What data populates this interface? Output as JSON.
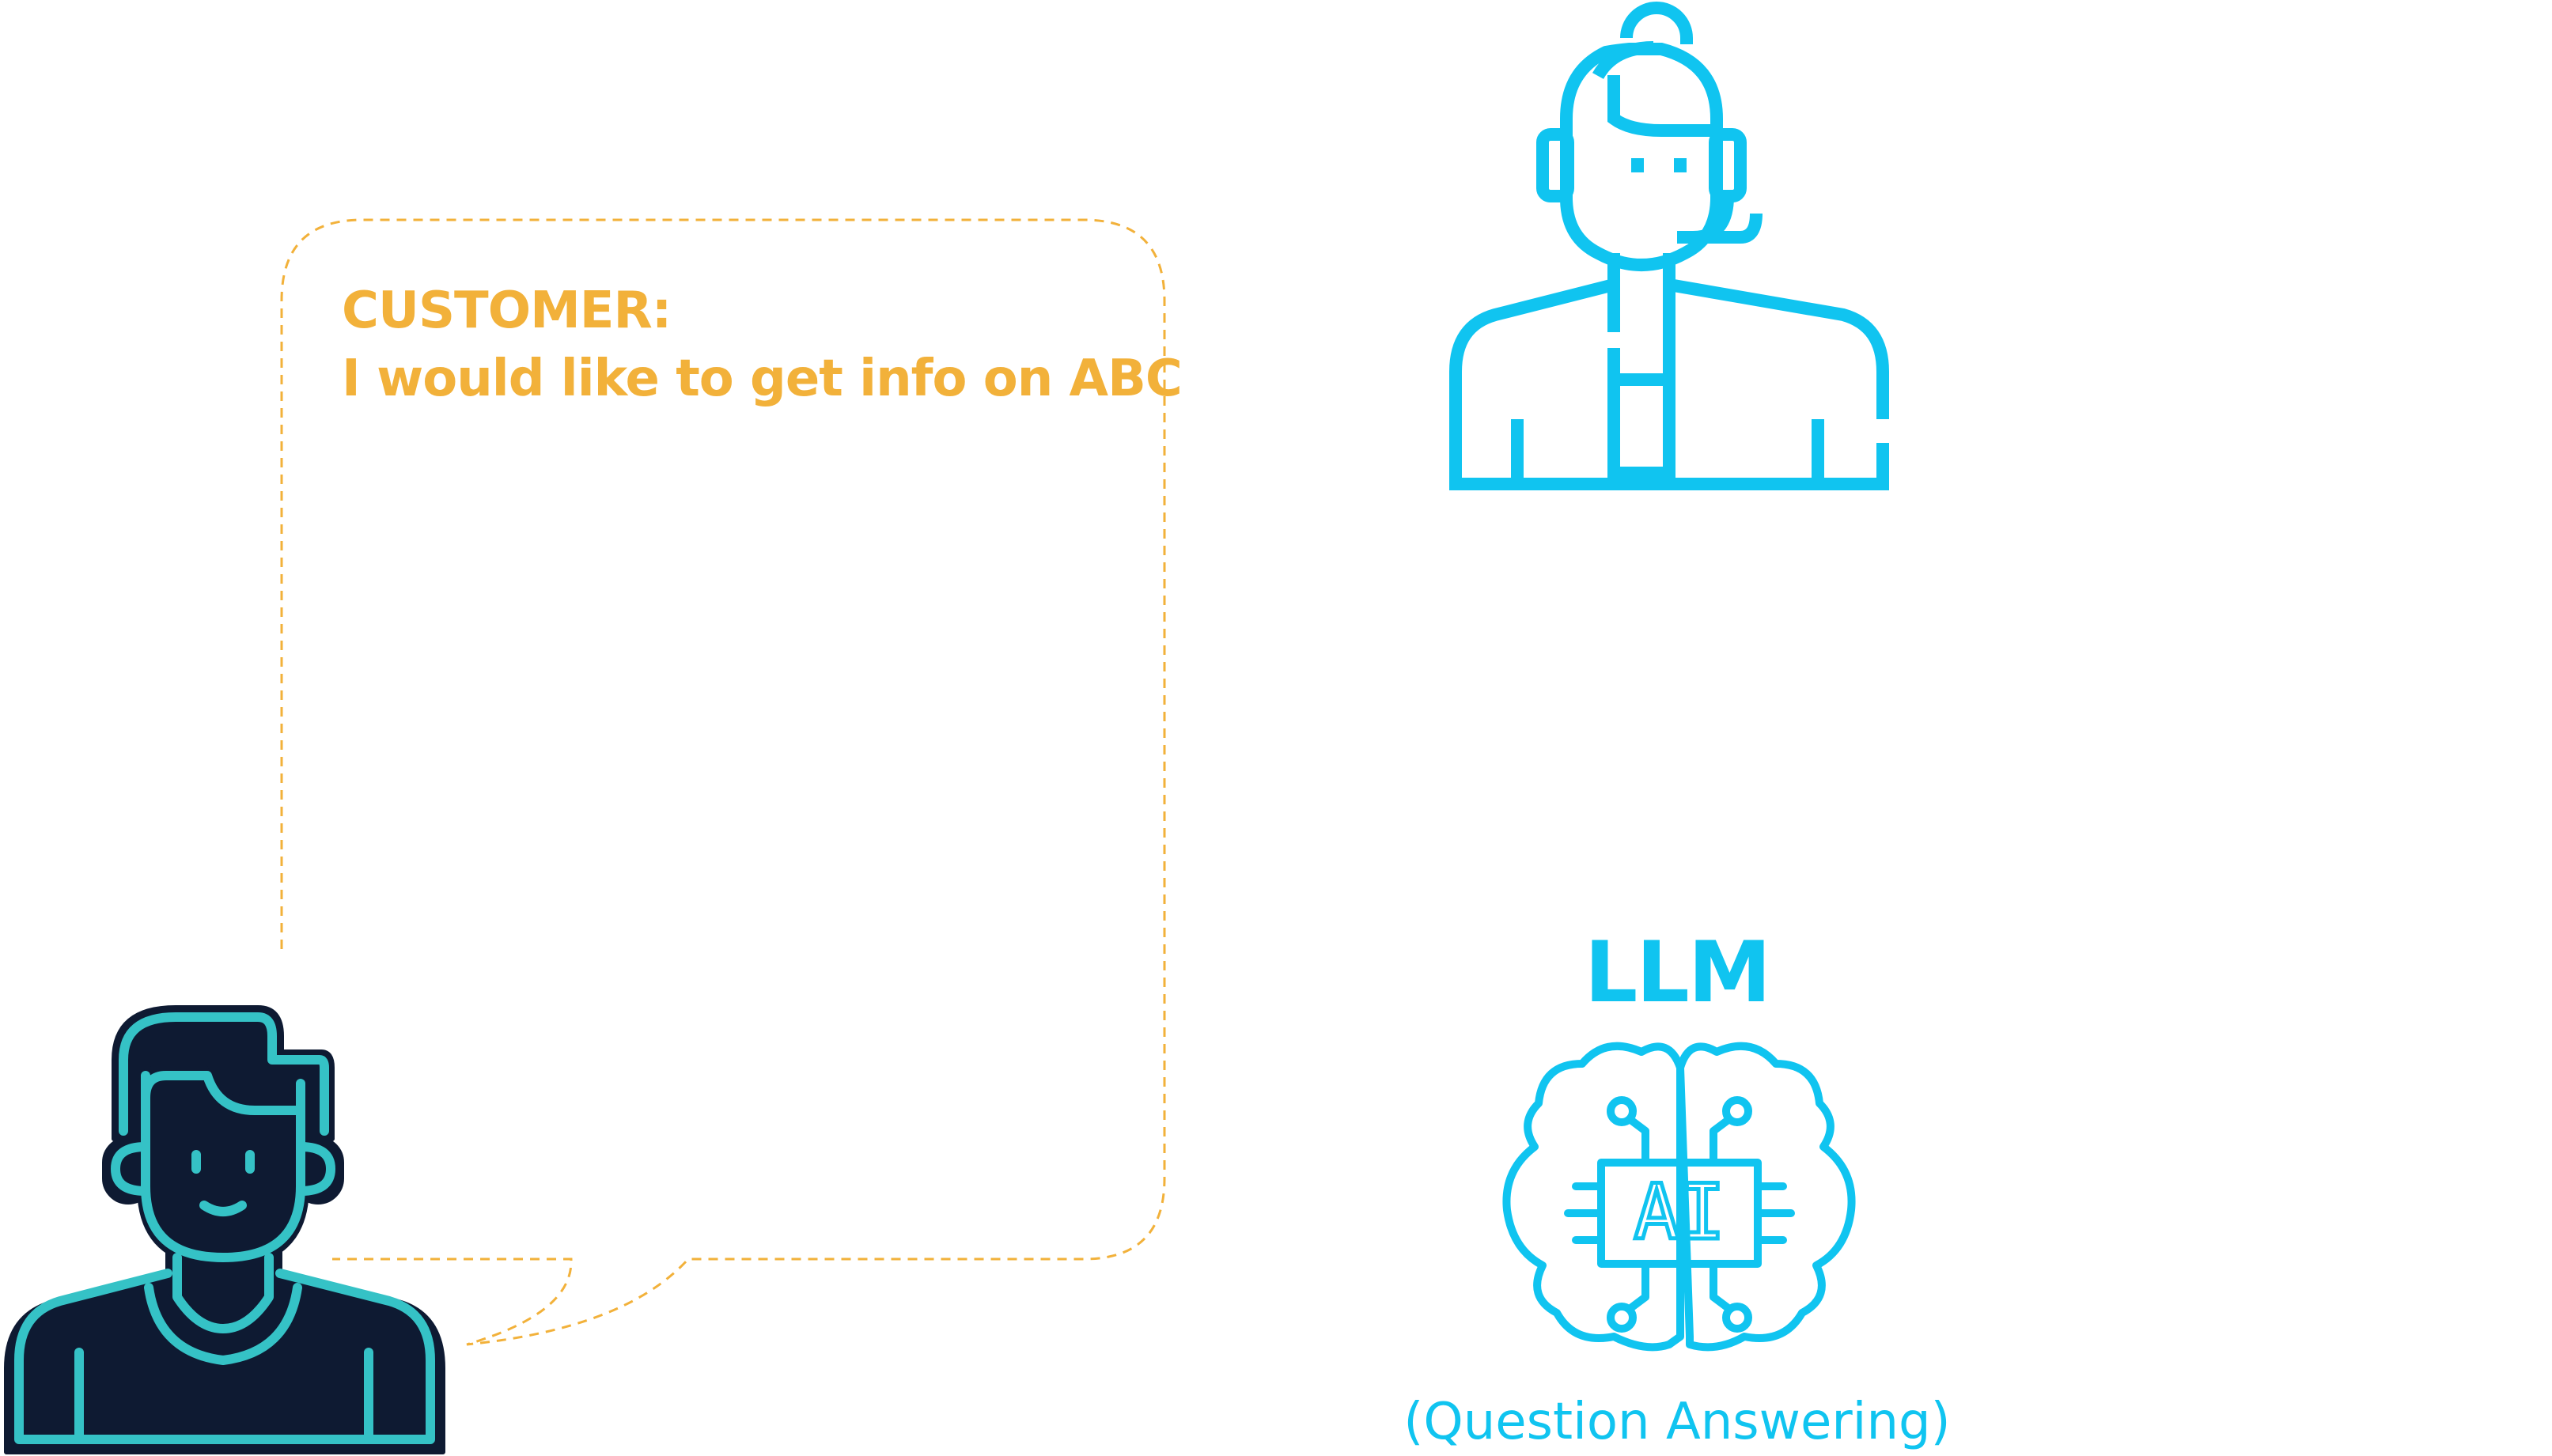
{
  "customer_bubble": {
    "speaker": "CUSTOMER:",
    "message": "I would like to get info on ABC"
  },
  "llm": {
    "title": "LLM",
    "chip_label": "AI",
    "caption": "(Question Answering)"
  },
  "colors": {
    "bubble_accent": "#f2b13a",
    "agent_icon": "#10c4f0",
    "customer_fill": "#0e1a32",
    "customer_outline": "#35c2c6",
    "background": "#ffffff"
  },
  "icons": {
    "customer": "customer-avatar-icon",
    "agent": "support-agent-headset-icon",
    "llm": "ai-brain-chip-icon"
  }
}
